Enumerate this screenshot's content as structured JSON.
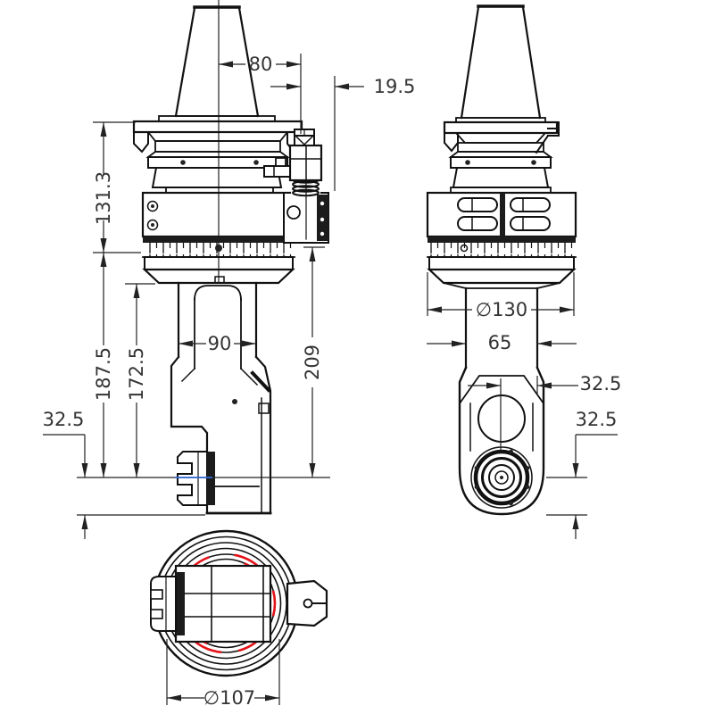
{
  "drawing": {
    "type": "engineering-drawing",
    "subject": "90-degree angle head tool holder, three orthographic views",
    "views": {
      "front": "front view with taper shank, graduated ring and offset output spindle",
      "side": "side view with clamp slots and output spindle face",
      "bottom": "bottom view with flange circles and anti-rotation tab"
    },
    "colors": {
      "line": "#111111",
      "dim_text": "#333333",
      "red_marks": "#e31219",
      "blue_centerline": "#2f6bd7",
      "background": "#ffffff"
    }
  },
  "dimensions": {
    "d80": {
      "label": "80"
    },
    "d19_5": {
      "label": "19.5"
    },
    "d131_3": {
      "label": "131.3"
    },
    "d187_5": {
      "label": "187.5"
    },
    "d172_5": {
      "label": "172.5"
    },
    "d90": {
      "label": "90"
    },
    "d209": {
      "label": "209"
    },
    "d32_5_front": {
      "label": "32.5"
    },
    "dia130": {
      "label": "∅130"
    },
    "d65": {
      "label": "65"
    },
    "d32_5_side_a": {
      "label": "32.5"
    },
    "d32_5_side_b": {
      "label": "32.5"
    },
    "dia107": {
      "label": "∅107"
    }
  }
}
